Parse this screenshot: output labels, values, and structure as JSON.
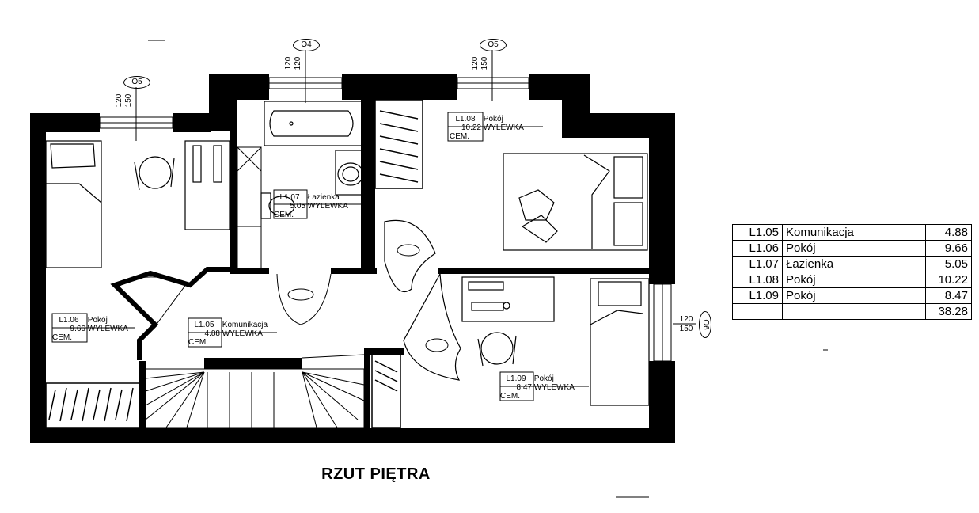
{
  "drawing": {
    "title": "RZUT PIĘTRA",
    "windows": [
      {
        "tag": "O5",
        "dims": [
          "120",
          "150"
        ]
      },
      {
        "tag": "O4",
        "dims": [
          "120",
          "120"
        ]
      },
      {
        "tag": "O5",
        "dims": [
          "120",
          "150"
        ]
      },
      {
        "tag": "O6",
        "dims": [
          "120",
          "150"
        ]
      }
    ],
    "rooms": [
      {
        "code": "L1.05",
        "name": "Komunikacja",
        "area": "4.88",
        "finish": "WYLEWKA CEM."
      },
      {
        "code": "L1.06",
        "name": "Pokój",
        "area": "9.66",
        "finish": "WYLEWKA CEM."
      },
      {
        "code": "L1.07",
        "name": "Łazienka",
        "area": "5.05",
        "finish": "WYLEWKA CEM."
      },
      {
        "code": "L1.08",
        "name": "Pokój",
        "area": "10.22",
        "finish": "WYLEWKA CEM."
      },
      {
        "code": "L1.09",
        "name": "Pokój",
        "area": "8.47",
        "finish": "WYLEWKA CEM."
      }
    ]
  },
  "area_table": {
    "rows": [
      {
        "code": "L1.05",
        "name": "Komunikacja",
        "area": "4.88"
      },
      {
        "code": "L1.06",
        "name": "Pokój",
        "area": "9.66"
      },
      {
        "code": "L1.07",
        "name": "Łazienka",
        "area": "5.05"
      },
      {
        "code": "L1.08",
        "name": "Pokój",
        "area": "10.22"
      },
      {
        "code": "L1.09",
        "name": "Pokój",
        "area": "8.47"
      }
    ],
    "total": "38.28"
  }
}
